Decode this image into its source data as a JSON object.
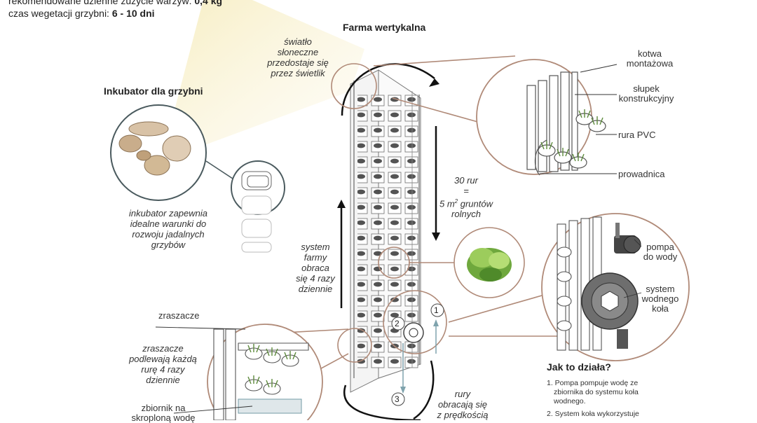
{
  "header": {
    "line1_label": "rekomendowane dzienne zużycie warzyw:",
    "line1_value": "0,4 kg",
    "line2_label": "czas wegetacji grzybni:",
    "line2_value": "6 - 10 dni"
  },
  "farm_title": "Farma wertykalna",
  "incubator_title": "Inkubator dla grzybni",
  "incubator_note": [
    "inkubator zapewnia",
    "idealne warunki do",
    "rozwoju jadalnych",
    "grzybów"
  ],
  "sunlight_note": [
    "światło",
    "słoneczne",
    "przedostaje się",
    "przez świetlik"
  ],
  "pipes_note": {
    "line1": "30 rur",
    "line2": "=",
    "line3_pre": "5 m",
    "line3_sup": "2",
    "line3_post": " gruntów",
    "line4": "rolnych"
  },
  "rotation_note": [
    "system",
    "farmy",
    "obraca",
    "się 4 razy",
    "dziennie"
  ],
  "sprinklers_label": "zraszacze",
  "sprinklers_note": [
    "zraszacze",
    "podlewają każdą",
    "rurę 4 razy",
    "dziennie"
  ],
  "tank_note": [
    "zbiornik na",
    "skroploną wodę"
  ],
  "speed_note": [
    "rury",
    "obracają się",
    "z prędkością"
  ],
  "detail_labels": {
    "anchor": [
      "kotwa",
      "montażowa"
    ],
    "post": [
      "słupek",
      "konstrukcyjny"
    ],
    "pvc": "rura PVC",
    "guide": "prowadnica",
    "pump": [
      "pompa",
      "do wody"
    ],
    "wheel": [
      "system",
      "wodnego",
      "koła"
    ]
  },
  "steps_markers": [
    "1",
    "2",
    "3"
  ],
  "how_it_works": {
    "title": "Jak to działa?",
    "step1": [
      "1. Pompa pompuje wodę ze",
      "zbiornika do systemu koła",
      "wodnego."
    ],
    "step2": "2. System koła wykorzystuje"
  },
  "colors": {
    "callout_brown": "#b08a78",
    "circle_gray": "#4a5a5e",
    "sun_yellow": "#f3e6a8",
    "arrow_blue": "#7fa3ad"
  }
}
